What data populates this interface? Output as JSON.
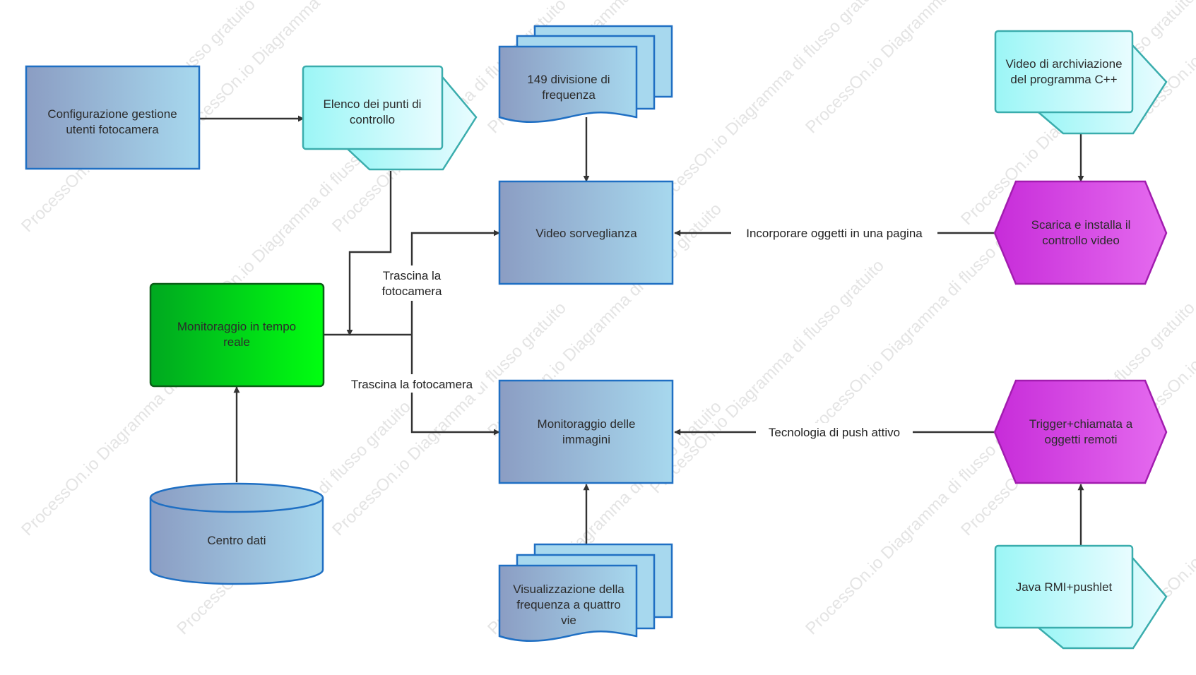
{
  "watermark": "ProcessOn.io Diagramma di flusso gratuito",
  "colors": {
    "blue_start": "#8B9DC3",
    "blue_end": "#A7D8EE",
    "blue_stroke": "#1F6FC3",
    "cyan_start": "#9BF6F6",
    "cyan_end": "#E9FCFF",
    "cyan_stroke": "#3AADAD",
    "green_start": "#00A820",
    "green_end": "#00FF10",
    "green_stroke": "#0B5E17",
    "magenta_start": "#C72CD9",
    "magenta_end": "#E56BEF",
    "magenta_stroke": "#A21CAF",
    "edge": "#333333"
  },
  "nodes": {
    "config": "Configurazione gestione utenti fotocamera",
    "checkpoints": "Elenco dei punti di controllo",
    "freq149": "149 divisione di frequenza",
    "video_surv": "Video sorveglianza",
    "archive": "Video di archiviazione del programma C++",
    "download": "Scarica e installa il controllo video",
    "realtime": "Monitoraggio in tempo reale",
    "image_mon": "Monitoraggio delle immagini",
    "trigger": "Trigger+chiamata a oggetti remoti",
    "datacenter": "Centro dati",
    "fourway": "Visualizzazione della frequenza a quattro vie",
    "java": "Java RMI+pushlet"
  },
  "edges": {
    "drag_camera_1": "Trascina la fotocamera",
    "drag_camera_2": "Trascina la fotocamera",
    "embed": "Incorporare oggetti in una pagina",
    "push": "Tecnologia di push attivo"
  }
}
